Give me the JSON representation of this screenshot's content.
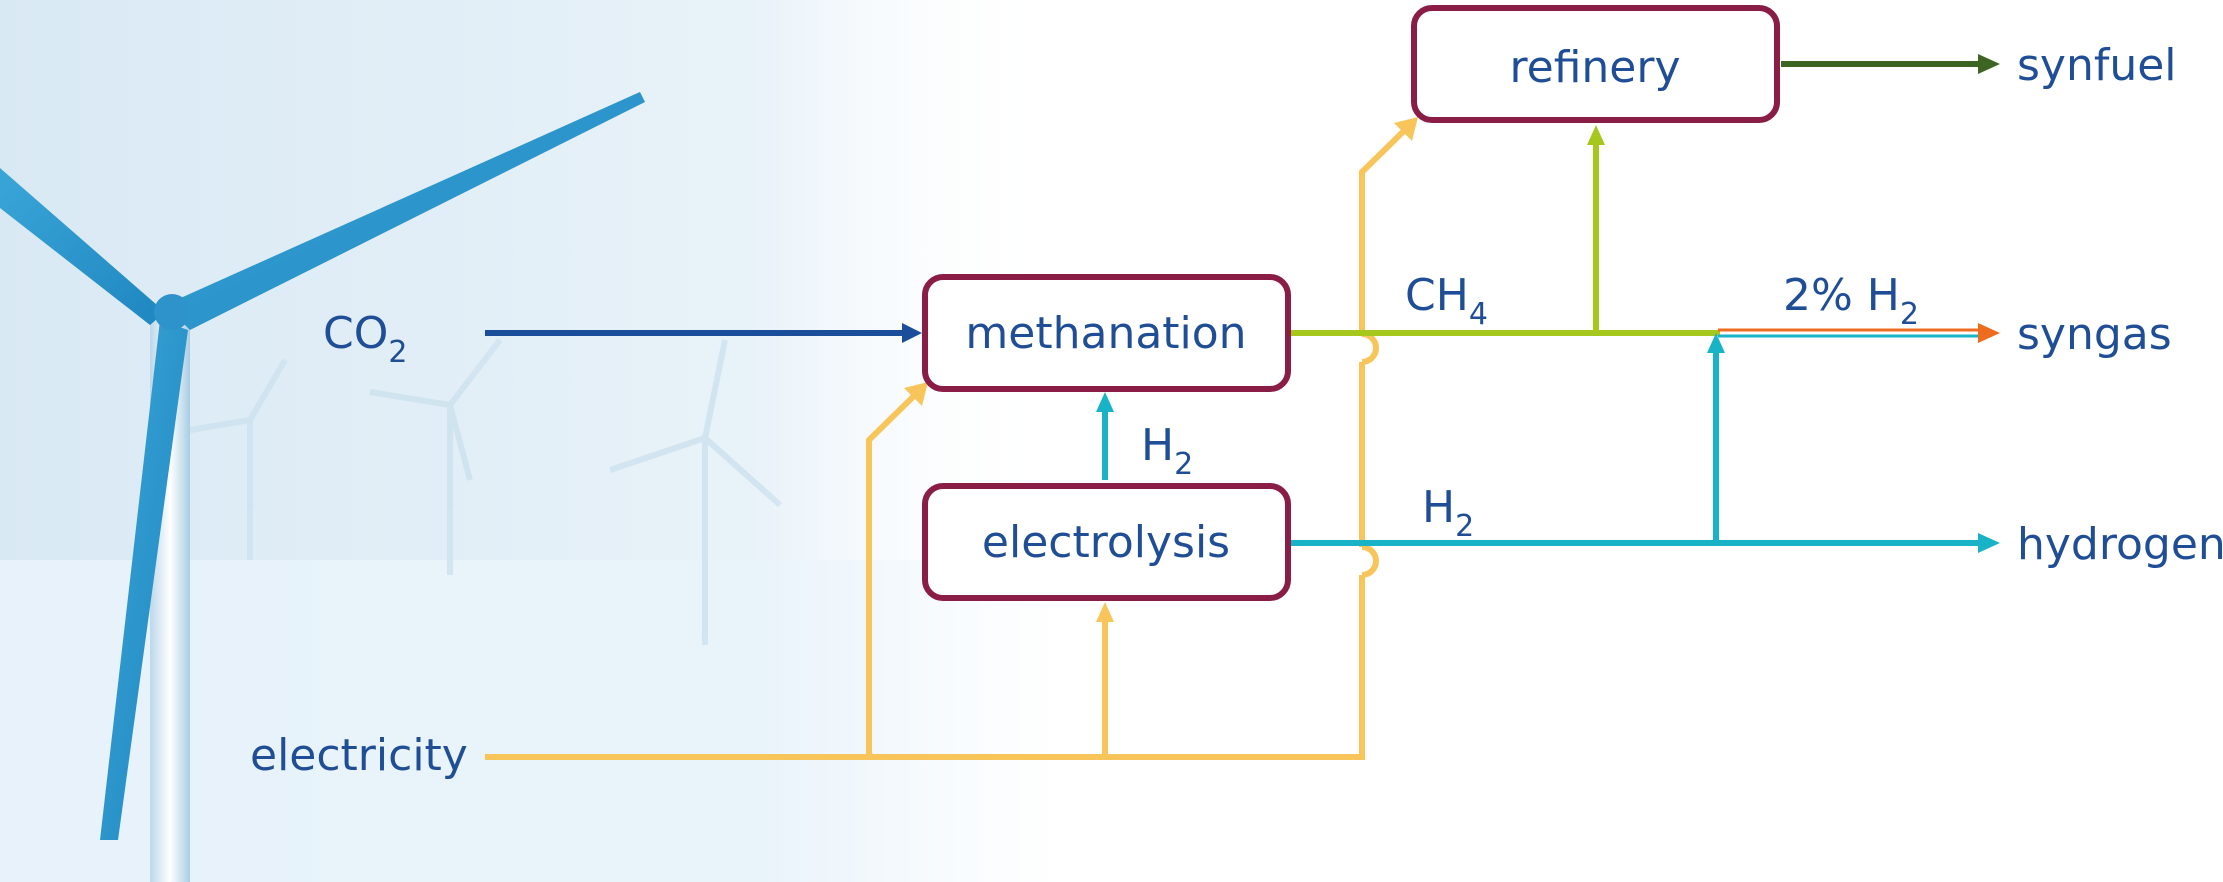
{
  "diagram": {
    "nodes": {
      "refinery": "refinery",
      "methanation": "methanation",
      "electrolysis": "electrolysis"
    },
    "inputs": {
      "co2_main": "CO",
      "co2_sub": "2",
      "electricity": "electricity"
    },
    "outputs": {
      "synfuel": "synfuel",
      "syngas": "syngas",
      "hydrogen": "hydrogen"
    },
    "flow_labels": {
      "ch4_main": "CH",
      "ch4_sub": "4",
      "h2_upper_main": "H",
      "h2_upper_sub": "2",
      "h2_lower_main": "H",
      "h2_lower_sub": "2",
      "h2_share_main": "2% H",
      "h2_share_sub": "2"
    }
  },
  "colors": {
    "electricity": "#f8c55a",
    "co2": "#1a4e9a",
    "methane": "#a6c81c",
    "hydrogen": "#19b3c7",
    "synfuel": "#3d6522",
    "syngas_accent": "#ef6b1f",
    "box_border": "#8a1d46",
    "text": "#1f4e96"
  }
}
